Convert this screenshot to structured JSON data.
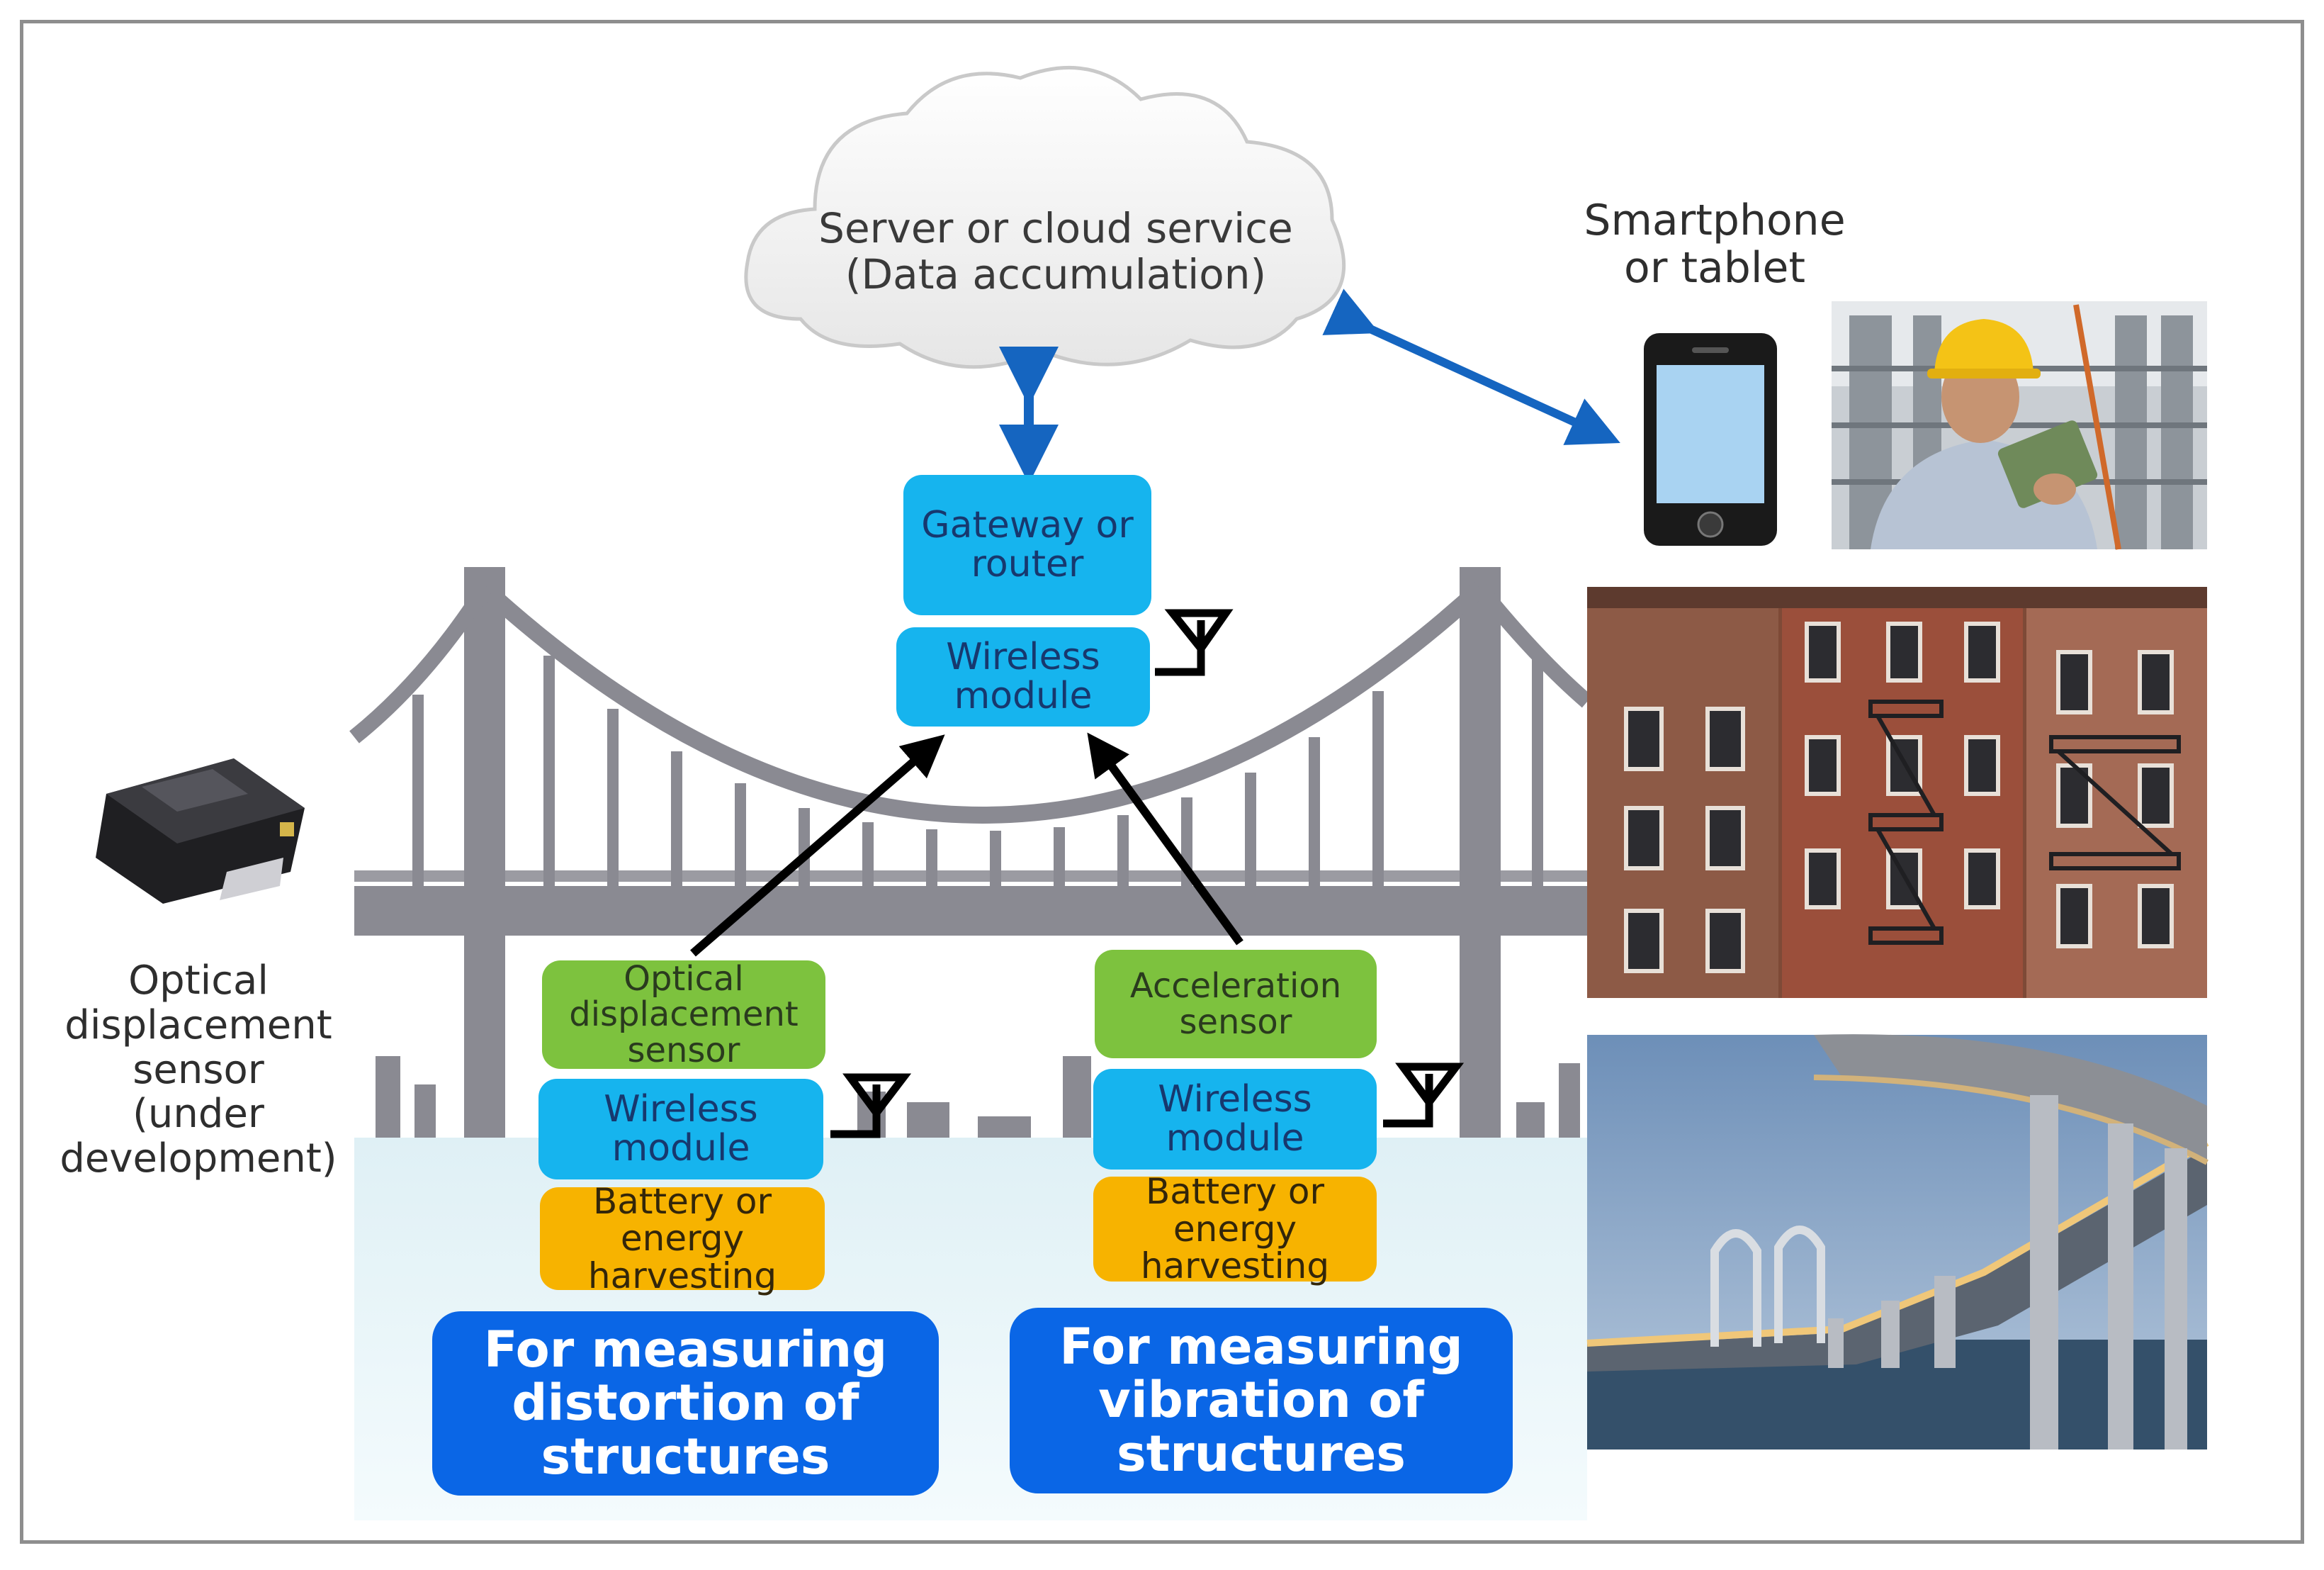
{
  "cloud": {
    "line1": "Server or cloud service",
    "line2": "(Data accumulation)"
  },
  "phone": {
    "line1": "Smartphone",
    "line2": "or tablet"
  },
  "optical_device": {
    "line1": "Optical",
    "line2": "displacement",
    "line3": "sensor",
    "line4": "(under",
    "line5": "development)"
  },
  "gateway": {
    "line1": "Gateway or",
    "line2": "router"
  },
  "gateway_wireless": {
    "line1": "Wireless",
    "line2": "module"
  },
  "left_stack": {
    "sensor": {
      "line1": "Optical",
      "line2": "displacement",
      "line3": "sensor"
    },
    "wireless": {
      "line1": "Wireless",
      "line2": "module"
    },
    "power": {
      "line1": "Battery or energy",
      "line2": "harvesting"
    },
    "purpose": {
      "line1": "For measuring",
      "line2": "distortion of",
      "line3": "structures"
    }
  },
  "right_stack": {
    "sensor": {
      "line1": "Acceleration",
      "line2": "sensor"
    },
    "wireless": {
      "line1": "Wireless",
      "line2": "module"
    },
    "power": {
      "line1": "Battery or energy",
      "line2": "harvesting"
    },
    "purpose": {
      "line1": "For measuring",
      "line2": "vibration of",
      "line3": "structures"
    }
  },
  "colors": {
    "blue_box": "#16b4ee",
    "green_box": "#7dc23e",
    "orange_box": "#f7b300",
    "purpose_box": "#0a66e6",
    "bridge": "#8a8a92",
    "arrow_blue": "#1565c0",
    "water": "#e4f3f7"
  }
}
